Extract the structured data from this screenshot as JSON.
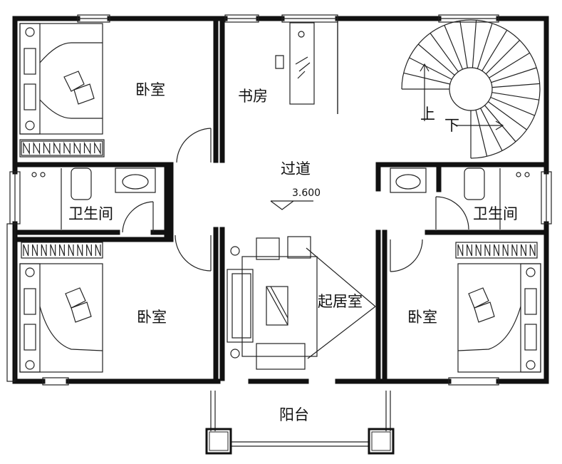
{
  "rooms": {
    "bedroom_top_left": "卧室",
    "study": "书房",
    "corridor": "过道",
    "bath_left": "卫生间",
    "bath_right": "卫生间",
    "bedroom_bottom_left": "卧室",
    "living_room": "起居室",
    "bedroom_bottom_right": "卧室",
    "balcony": "阳台"
  },
  "stairs": {
    "up": "上",
    "down": "下"
  },
  "elevation": "3.600",
  "colors": {
    "wall": "#111111",
    "line": "#222222",
    "background": "#ffffff"
  }
}
